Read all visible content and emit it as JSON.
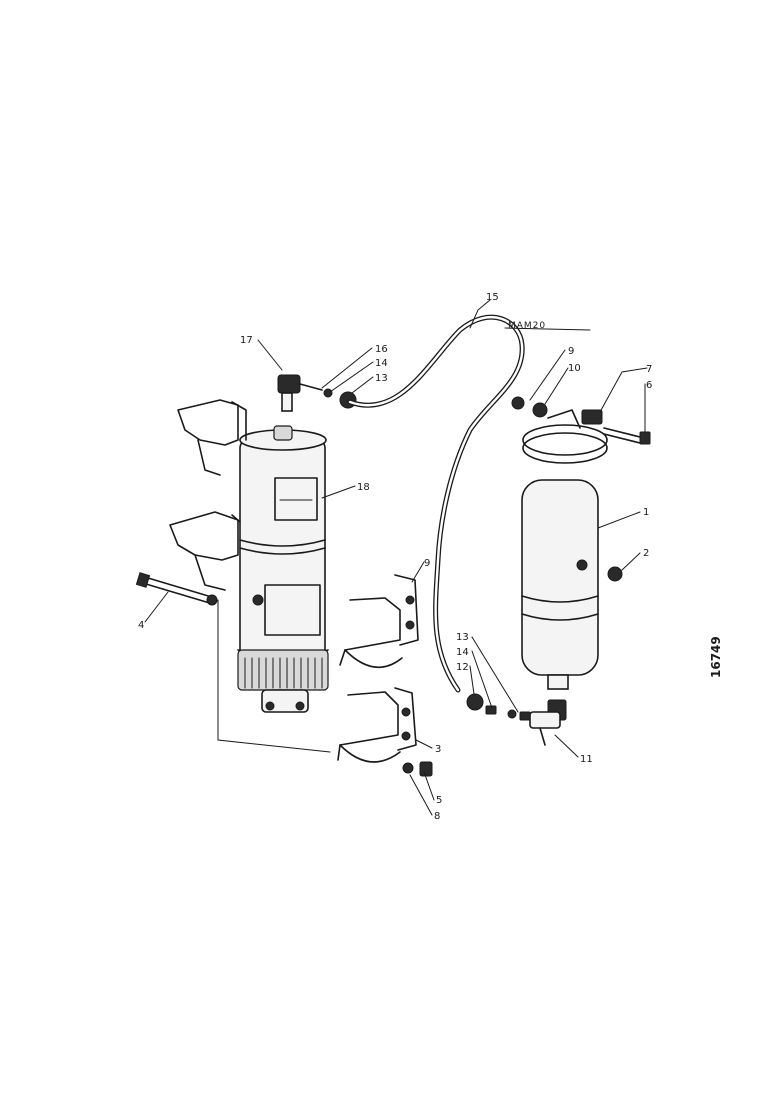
{
  "callouts": {
    "c1": "1",
    "c2": "2",
    "c3": "3",
    "c4": "4",
    "c5": "5",
    "c6": "6",
    "c7": "7",
    "c8": "8",
    "c9_top": "9",
    "c9_bracket": "9",
    "c10": "10",
    "c11": "11",
    "c12": "12",
    "c13_top": "13",
    "c13_bottom": "13",
    "c14_top": "14",
    "c14_bottom": "14",
    "c15": "15",
    "c16": "16",
    "c17": "17",
    "c18": "18"
  },
  "hose_spec": "MAM20",
  "drawing_number": "16749"
}
